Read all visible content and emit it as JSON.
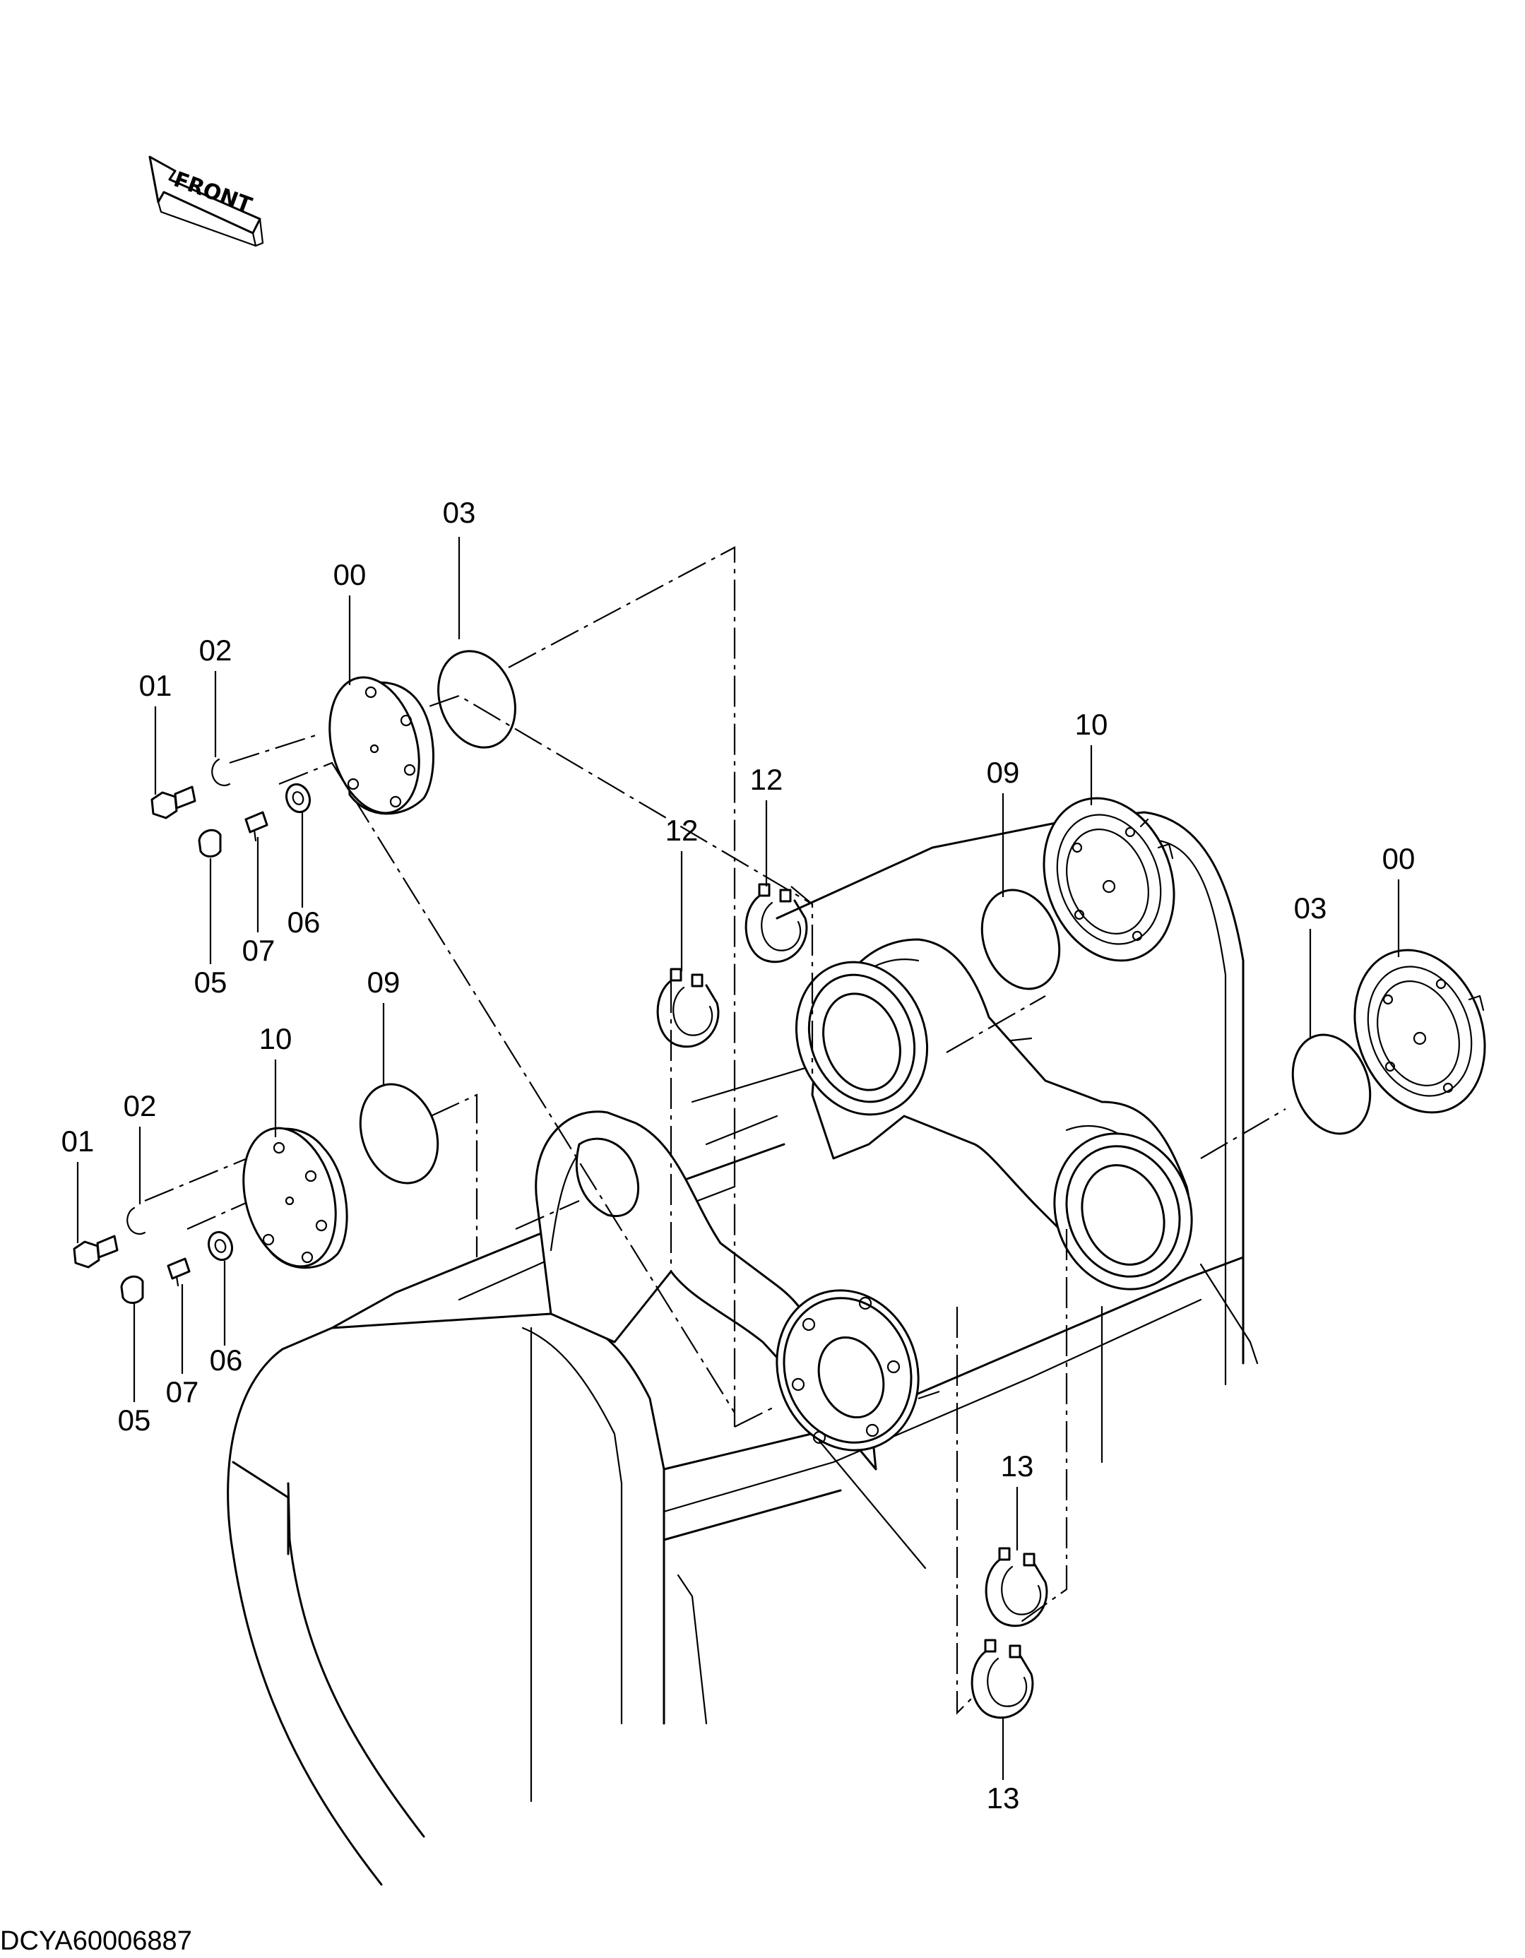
{
  "front_label": "FRONT",
  "document_id": "DCYA60006887",
  "callouts": [
    {
      "id": "c-03-top",
      "text": "03"
    },
    {
      "id": "c-00-top",
      "text": "00"
    },
    {
      "id": "c-02-top",
      "text": "02"
    },
    {
      "id": "c-01-top",
      "text": "01"
    },
    {
      "id": "c-06-top",
      "text": "06"
    },
    {
      "id": "c-07-top",
      "text": "07"
    },
    {
      "id": "c-05-top",
      "text": "05"
    },
    {
      "id": "c-12-left",
      "text": "12"
    },
    {
      "id": "c-12-right",
      "text": "12"
    },
    {
      "id": "c-09-right",
      "text": "09"
    },
    {
      "id": "c-10-right",
      "text": "10"
    },
    {
      "id": "c-00-right",
      "text": "00"
    },
    {
      "id": "c-03-right",
      "text": "03"
    },
    {
      "id": "c-09-left",
      "text": "09"
    },
    {
      "id": "c-10-left",
      "text": "10"
    },
    {
      "id": "c-02-left",
      "text": "02"
    },
    {
      "id": "c-01-left",
      "text": "01"
    },
    {
      "id": "c-06-left",
      "text": "06"
    },
    {
      "id": "c-07-left",
      "text": "07"
    },
    {
      "id": "c-05-left",
      "text": "05"
    },
    {
      "id": "c-13-top",
      "text": "13"
    },
    {
      "id": "c-13-bottom",
      "text": "13"
    }
  ]
}
